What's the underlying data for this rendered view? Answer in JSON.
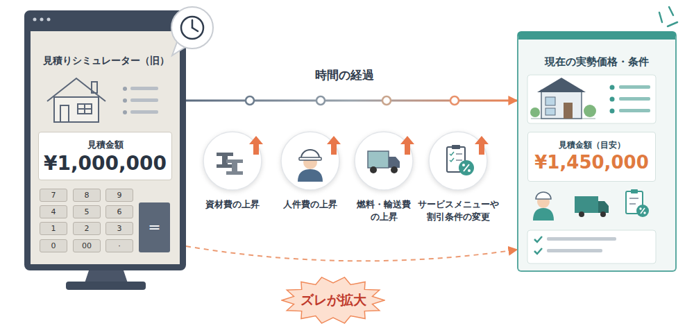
{
  "diagram": {
    "nodes": [
      {
        "text": [
          "見積りシミュレーター（旧）"
        ]
      },
      {
        "text": [
          "見積金額",
          "¥1,000,000"
        ],
        "in": 0
      },
      {
        "text": [
          "7"
        ],
        "in": 0
      },
      {
        "text": [
          "8"
        ],
        "in": 0
      },
      {
        "text": [
          "9"
        ],
        "in": 0
      },
      {
        "text": [
          "4"
        ],
        "in": 0
      },
      {
        "text": [
          "5"
        ],
        "in": 0
      },
      {
        "text": [
          "6"
        ],
        "in": 0
      },
      {
        "text": [
          "1"
        ],
        "in": 0
      },
      {
        "text": [
          "2"
        ],
        "in": 0
      },
      {
        "text": [
          "3"
        ],
        "in": 0
      },
      {
        "text": [
          "0"
        ],
        "in": 0
      },
      {
        "text": [
          "00"
        ],
        "in": 0
      },
      {
        "text": [
          "·"
        ],
        "in": 0
      },
      {
        "text": [
          "="
        ],
        "in": 0
      },
      {
        "text": [
          "資材費の上昇"
        ]
      },
      {
        "text": [
          "人件費の上昇"
        ]
      },
      {
        "text": [
          "燃料・輸送費 の上昇"
        ]
      },
      {
        "text": [
          "サービスメニューや 割引条件の変更"
        ]
      },
      {
        "text": [
          "ズレが拡大"
        ]
      },
      {
        "text": [
          "現在の実勢価格・条件"
        ]
      },
      {
        "text": [
          "見積金額（目安）",
          "¥1,450,000"
        ],
        "in": 20
      }
    ],
    "edges": [
      {
        "from": 0,
        "to": 20,
        "arrow": "to",
        "label": "時間の経過"
      },
      {
        "from": 0,
        "to": 20,
        "arrow": "to"
      }
    ]
  }
}
